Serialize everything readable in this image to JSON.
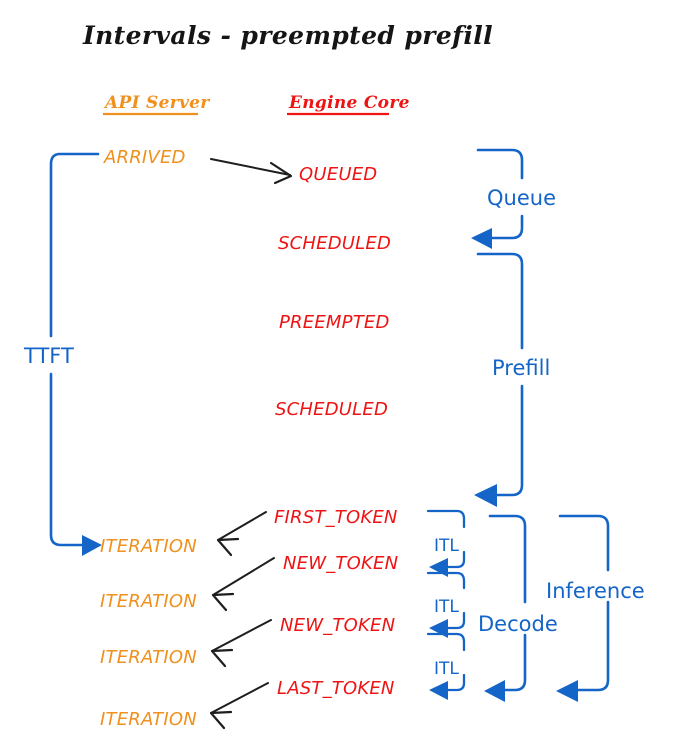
{
  "title": "Intervals - preempted prefill",
  "colors": {
    "api": "#F0901E",
    "engine": "#EE1414",
    "interval": "#1565C8",
    "arrow": "#1E1E1E",
    "background": "#FFFFFF"
  },
  "lanes": [
    {
      "label": "API Server",
      "color": "#F0901E"
    },
    {
      "label": "Engine Core",
      "color": "#EE1414"
    }
  ],
  "events": {
    "api": [
      {
        "label": "ARRIVED"
      },
      {
        "label": "ITERATION"
      },
      {
        "label": "ITERATION"
      },
      {
        "label": "ITERATION"
      },
      {
        "label": "ITERATION"
      }
    ],
    "engine": [
      {
        "label": "QUEUED"
      },
      {
        "label": "SCHEDULED"
      },
      {
        "label": "PREEMPTED"
      },
      {
        "label": "SCHEDULED"
      },
      {
        "label": "FIRST_TOKEN"
      },
      {
        "label": "NEW_TOKEN"
      },
      {
        "label": "NEW_TOKEN"
      },
      {
        "label": "LAST_TOKEN"
      }
    ]
  },
  "intervals": [
    {
      "label": "TTFT",
      "from": "ARRIVED",
      "to": "ITERATION (first token)"
    },
    {
      "label": "Queue",
      "from": "QUEUED",
      "to": "SCHEDULED"
    },
    {
      "label": "Prefill",
      "from": "SCHEDULED",
      "to": "FIRST_TOKEN"
    },
    {
      "label": "ITL",
      "from": "FIRST_TOKEN",
      "to": "NEW_TOKEN"
    },
    {
      "label": "ITL",
      "from": "NEW_TOKEN",
      "to": "NEW_TOKEN"
    },
    {
      "label": "ITL",
      "from": "NEW_TOKEN",
      "to": "LAST_TOKEN"
    },
    {
      "label": "Decode",
      "from": "FIRST_TOKEN",
      "to": "LAST_TOKEN"
    },
    {
      "label": "Inference",
      "from": "SCHEDULED",
      "to": "LAST_TOKEN"
    }
  ]
}
